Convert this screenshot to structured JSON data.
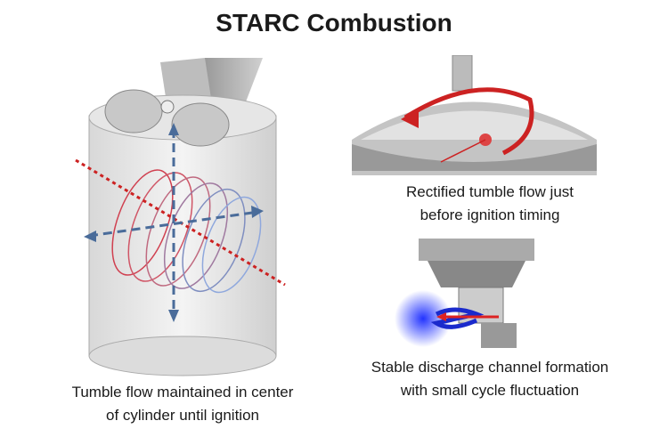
{
  "title": "STARC Combustion",
  "captions": {
    "left": [
      "Tumble flow maintained in center",
      "of cylinder until ignition"
    ],
    "right_top": [
      "Rectified tumble flow just",
      "before ignition timing"
    ],
    "right_bottom": [
      "Stable discharge channel formation",
      "with small cycle fluctuation"
    ]
  },
  "colors": {
    "tumble_red": "#cc2222",
    "flow_blue": "#3366aa",
    "arc_blue": "#1a2acc"
  }
}
